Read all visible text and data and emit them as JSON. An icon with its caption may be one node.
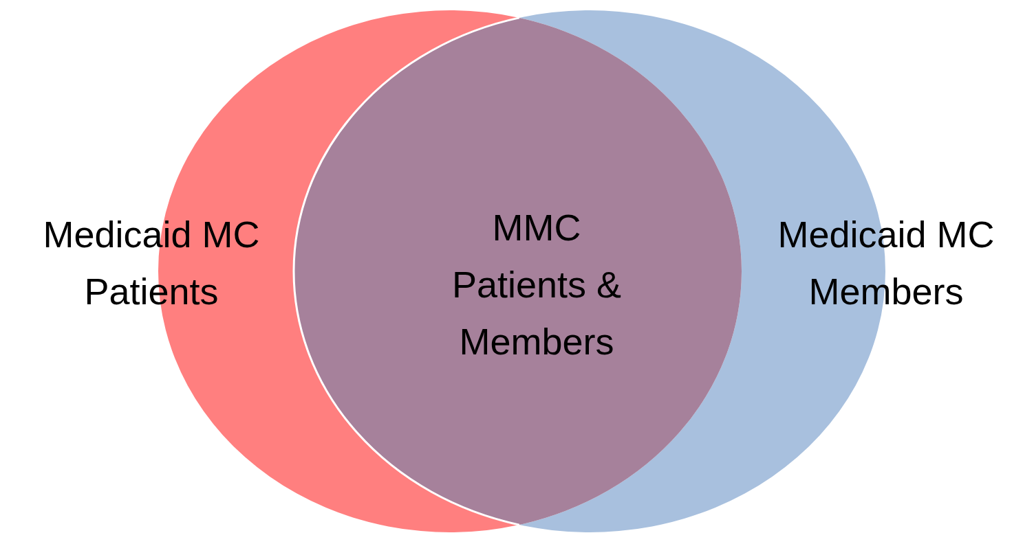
{
  "diagram": {
    "nodes": [
      {
        "text": [
          "Medicaid MC Patients"
        ]
      },
      {
        "text": [
          "Medicaid MC Members"
        ]
      },
      {
        "text": [
          "MMC Patients & Members"
        ]
      }
    ]
  }
}
